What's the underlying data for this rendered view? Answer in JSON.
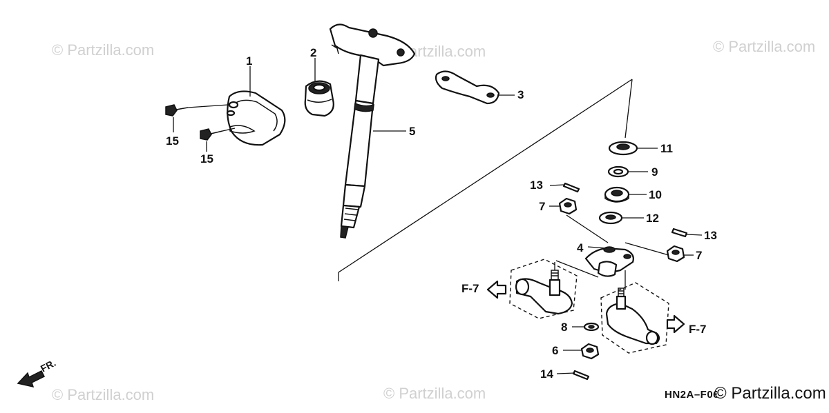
{
  "watermarks": [
    "© Partzilla.com",
    "© Partzilla.com",
    "© Partzilla.com",
    "© Partzilla.com",
    "© Partzilla.com"
  ],
  "watermark_corner": "© Partzilla.com",
  "diagram_code": "HN2A–F0600",
  "front_label": "FR.",
  "figure_refs": [
    "F-7",
    "F-7"
  ],
  "callouts": {
    "c1": "1",
    "c2": "2",
    "c3": "3",
    "c4": "4",
    "c5": "5",
    "c6": "6",
    "c7a": "7",
    "c7b": "7",
    "c8": "8",
    "c9": "9",
    "c10": "10",
    "c11": "11",
    "c12": "12",
    "c13a": "13",
    "c13b": "13",
    "c14": "14",
    "c15a": "15",
    "c15b": "15"
  }
}
